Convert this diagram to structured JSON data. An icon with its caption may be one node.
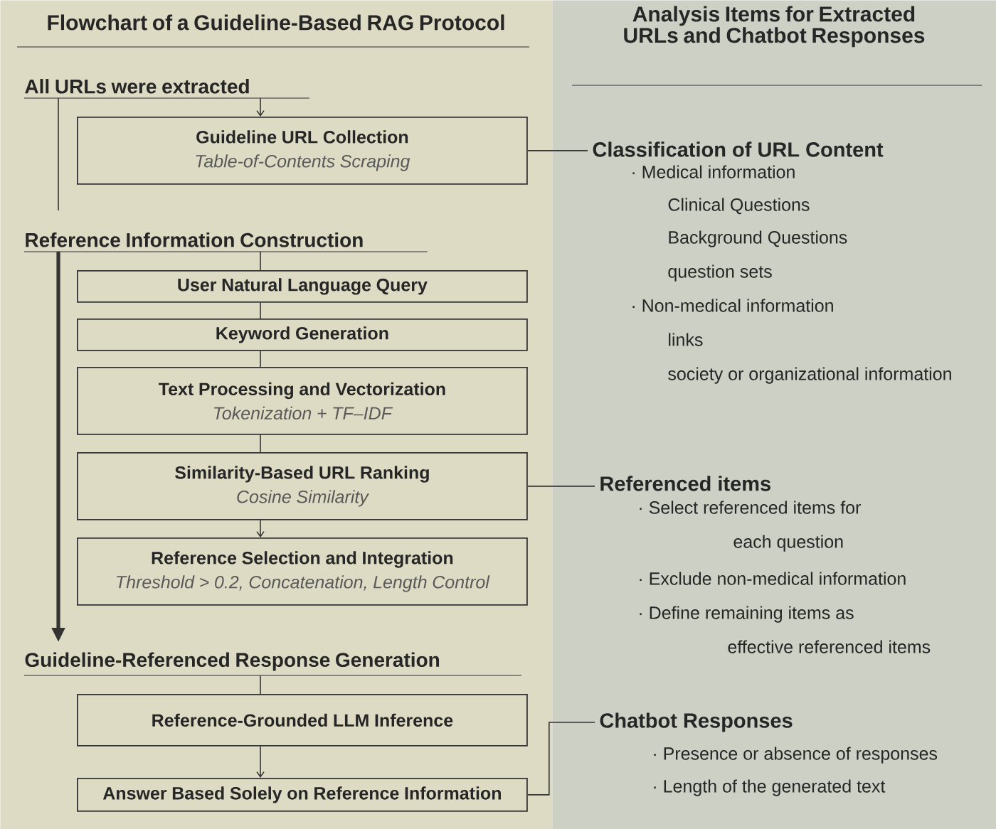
{
  "diagram": {
    "nodes": [
      {
        "text": [
          "Flowchart of a Guideline-Based RAG Protocol"
        ]
      },
      {
        "text": [
          "Analysis Items for Extracted URLs and Chatbot Responses"
        ]
      },
      {
        "text": [
          "All URLs were extracted"
        ],
        "in": 0
      },
      {
        "text": [
          "Guideline URL Collection",
          "Table-of-Contents Scraping"
        ],
        "in": 0
      },
      {
        "text": [
          "Reference Information Construction"
        ],
        "in": 0
      },
      {
        "text": [
          "User Natural Language Query"
        ],
        "in": 0
      },
      {
        "text": [
          "Keyword Generation"
        ],
        "in": 0
      },
      {
        "text": [
          "Text Processing and Vectorization",
          "Tokenization + TF–IDF"
        ],
        "in": 0
      },
      {
        "text": [
          "Similarity-Based URL Ranking",
          "Cosine Similarity"
        ],
        "in": 0
      },
      {
        "text": [
          "Reference Selection and Integration",
          "Threshold > 0.2, Concatenation, Length Control"
        ],
        "in": 0
      },
      {
        "text": [
          "Guideline-Referenced Response Generation"
        ],
        "in": 0
      },
      {
        "text": [
          "Reference-Grounded LLM Inference"
        ],
        "in": 0
      },
      {
        "text": [
          "Answer Based Solely on Reference Information"
        ],
        "in": 0
      },
      {
        "text": [
          "Classification of URL Content"
        ],
        "in": 1,
        "beside": [
          "· Medical information",
          "Clinical Questions",
          "Background Questions",
          "question sets",
          "· Non-medical information",
          "links",
          "society or organizational information"
        ]
      },
      {
        "text": [
          "Referenced items"
        ],
        "in": 1,
        "beside": [
          "· Select referenced items for each question",
          "· Exclude non-medical information",
          "· Define remaining items as effective referenced items"
        ]
      },
      {
        "text": [
          "Chatbot Responses"
        ],
        "in": 1,
        "beside": [
          "· Presence or absence of responses",
          "· Length of the generated text"
        ]
      }
    ],
    "edges": [
      {
        "from": 2,
        "to": 3,
        "arrow": "to"
      },
      {
        "from": 2,
        "to": null,
        "arrow": "none"
      },
      {
        "from": 4,
        "to": 5,
        "arrow": "none"
      },
      {
        "from": 5,
        "to": 6,
        "arrow": "none"
      },
      {
        "from": 6,
        "to": 7,
        "arrow": "none"
      },
      {
        "from": 7,
        "to": 8,
        "arrow": "none"
      },
      {
        "from": 8,
        "to": 9,
        "arrow": "to"
      },
      {
        "from": 4,
        "to": 10,
        "arrow": "to",
        "style": "thick"
      },
      {
        "from": 10,
        "to": 11,
        "arrow": "none"
      },
      {
        "from": 11,
        "to": 12,
        "arrow": "to"
      },
      {
        "from": 3,
        "to": 13,
        "arrow": "none"
      },
      {
        "from": 8,
        "to": 14,
        "arrow": "none"
      },
      {
        "from": 12,
        "to": 15,
        "arrow": "none"
      }
    ]
  }
}
